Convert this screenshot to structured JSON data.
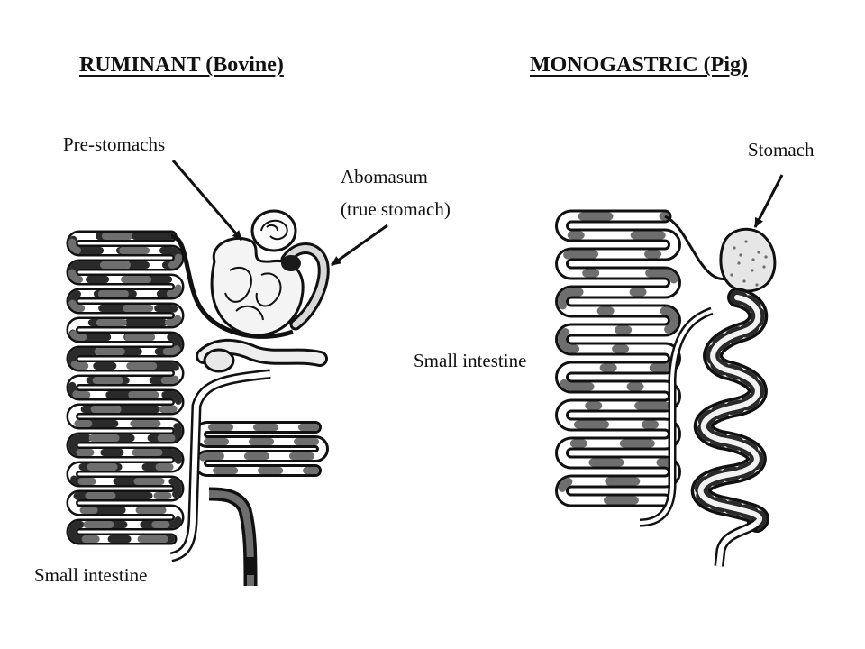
{
  "ruminant": {
    "heading": "RUMINANT (Bovine)",
    "labels": {
      "pre_stomachs": "Pre-stomachs",
      "abomasum_line1": "Abomasum",
      "abomasum_line2": "(true stomach)",
      "small_intestine": "Small intestine"
    }
  },
  "monogastric": {
    "heading": "MONOGASTRIC (Pig)",
    "labels": {
      "stomach": "Stomach",
      "small_intestine": "Small intestine"
    }
  },
  "colors": {
    "ink": "#111111",
    "fill_dark": "#2a2a2a",
    "fill_mid": "#6e6e6e",
    "fill_light": "#d9d9d9",
    "background": "#ffffff"
  }
}
